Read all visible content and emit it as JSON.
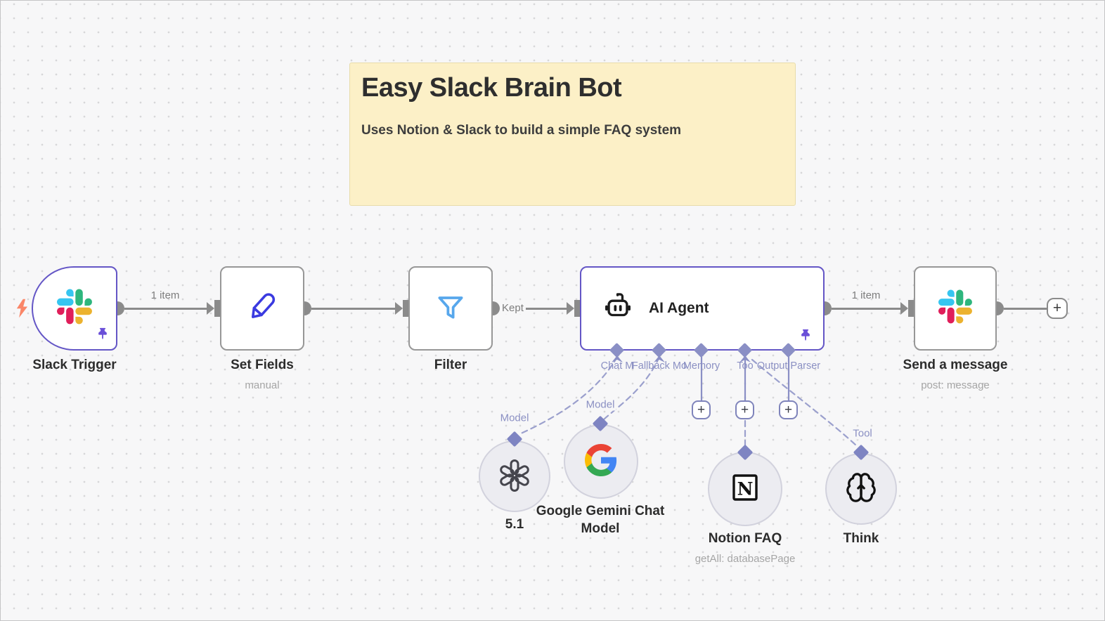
{
  "sticky": {
    "title": "Easy Slack Brain Bot",
    "subtitle": "Uses Notion & Slack to build a simple FAQ system"
  },
  "nodes": {
    "slack_trigger": {
      "label": "Slack Trigger"
    },
    "set_fields": {
      "label": "Set Fields",
      "subtitle": "manual"
    },
    "filter": {
      "label": "Filter"
    },
    "ai_agent": {
      "label": "AI Agent",
      "ports": [
        "Chat M",
        "Fallback Mo",
        "Memory",
        "Too",
        "Output Parser"
      ]
    },
    "send_message": {
      "label": "Send a message",
      "subtitle": "post: message"
    }
  },
  "edges": {
    "trigger_to_set": "1 item",
    "filter_out": "Kept",
    "agent_to_send": "1 item"
  },
  "subnodes": {
    "openai": {
      "label": "5.1",
      "tag": "Model"
    },
    "gemini": {
      "label": "Google Gemini Chat Model",
      "tag": "Model"
    },
    "notion": {
      "label": "Notion FAQ",
      "subtitle": "getAll: databasePage"
    },
    "think": {
      "label": "Think",
      "tag": "Tool"
    }
  },
  "ui": {
    "plus": "+"
  },
  "colors": {
    "pinned_border": "#6456c6",
    "node_border": "#979797",
    "wire": "#8b8b8b",
    "supplemental": "#8a8fc5",
    "sticky_bg": "#fcf0c7",
    "slack_blue": "#36C5F0",
    "slack_green": "#2EB67D",
    "slack_yellow": "#ECB22E",
    "slack_red": "#E01E5A",
    "pencil_blue": "#3a3ae0",
    "funnel_blue": "#57a7ec",
    "bolt_orange": "#fa8668",
    "pin_purple": "#6a4fd8"
  }
}
